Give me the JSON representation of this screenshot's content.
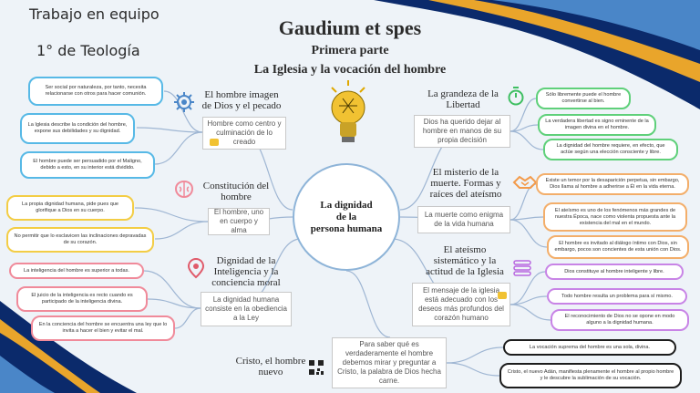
{
  "header": {
    "handwritten_line1": "Trabajo en equipo",
    "handwritten_line2": "1° de Teología",
    "title": "Gaudium et spes",
    "subtitle": "Primera parte",
    "subtitle2": "La Iglesia y la vocación del hombre"
  },
  "center": {
    "line1": "La dignidad",
    "line2": "de la",
    "line3": "persona humana"
  },
  "left": [
    {
      "heading": "El hombre imagen de Dios y el pecado",
      "desc": "Hombre como centro y culminación de lo creado",
      "notes": [
        "Ser social por naturaleza, por tanto, necesita relacionarse con otros para hacer comunión.",
        "La Iglesia describe la condición del hombre, expone sus debilidades y su dignidad.",
        "El hombre puede ser persuadido por el Maligno, debido a esto, en su interior está dividido."
      ]
    },
    {
      "heading": "Constitución del hombre",
      "desc": "El hombre, uno en cuerpo y alma",
      "notes": [
        "La propia dignidad humana, pide pues que glorifique a Dios en su cuerpo.",
        "No permitir que lo esclavicen las inclinaciones depravadas de su corazón."
      ]
    },
    {
      "heading": "Dignidad de la Inteligencia y la conciencia moral",
      "desc": "La dignidad humana consiste en la obediencia a la Ley",
      "notes": [
        "La inteligencia del hombre es superior a todas.",
        "El juicio de la inteligencia es recto cuando es participado de la inteligencia divina.",
        "En la conciencia del hombre se encuentra una ley que lo invita a hacer el bien y evitar el mal."
      ]
    }
  ],
  "right": [
    {
      "heading": "La grandeza de la Libertad",
      "desc": "Dios ha querido dejar al hombre en manos de su propia decisión",
      "notes": [
        "Sólo libremente puede el hombre convertirse al bien.",
        "La verdadera libertad es signo eminente de la imagen divina en el hombre.",
        "La dignidad del hombre requiere, en efecto, que actúe según una elección consciente y libre."
      ]
    },
    {
      "heading": "El misterio de la muerte. Formas y raíces del ateísmo",
      "desc": "La muerte como enigma de la vida humana",
      "notes": [
        "Existe un temor por la desaparición perpetua, sin embargo, Dios llama al hombre a adherirse a Él en la vida eterna.",
        "El ateísmo es uno de los fenómenos más grandes de nuestra Época, nace como violenta propuesta ante la existencia del mal en el mundo.",
        "El hombre es invitado al diálogo íntimo con Dios, sin embargo, pocos son concientes de esta unión con Dios."
      ]
    },
    {
      "heading": "El ateísmo sistemático y la actitud de la Iglesia",
      "desc": "El mensaje de la iglesia está adecuado con los deseos más profundos del corazón humano",
      "notes": [
        "Dios constituye al hombre inteligente y libre.",
        "Todo hombre resulta un problema para sí mismo.",
        "El reconocimiento de Dios no se opone en modo alguno a la dignidad humana."
      ]
    }
  ],
  "bottom": {
    "heading": "Cristo, el hombre nuevo",
    "desc": "Para saber qué es verdaderamente el hombre debemos mirar y preguntar a Cristo, la palabra de Dios hecha carne.",
    "notes": [
      "La vocación suprema del hombre es una sola, divina.",
      "Cristo, el nuevo Adán, manifiesta plenamente el hombre al propio hombre y le descubre la sublimación de su vocación."
    ]
  },
  "colors": {
    "background": "#eef3f8",
    "navy": "#0b2a6b",
    "gold": "#e9a52b",
    "blue_note": "#57b9e6",
    "green_note": "#5fd07a",
    "orange_note": "#f3ae6a",
    "yellow_note": "#f3cd45",
    "pink_note": "#f08a9a",
    "purple_note": "#c884e6",
    "connector": "#9fb6d3"
  },
  "icons": [
    "gear-icon",
    "brain-icon",
    "map-pin-icon",
    "stopwatch-icon",
    "hands-icon",
    "stack-icon",
    "qr-icon",
    "lightbulb-icon",
    "comment-icon"
  ]
}
